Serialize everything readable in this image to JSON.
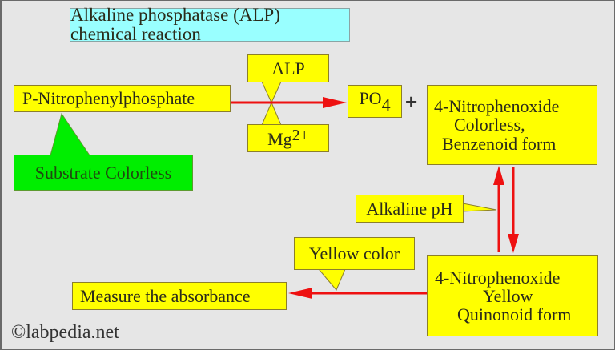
{
  "title": "Alkaline phosphatase (ALP) chemical reaction",
  "substrate": "P-Nitrophenylphosphate",
  "substrate_note": "Substrate Colorless",
  "enzyme": "ALP",
  "cofactor": {
    "base": "Mg",
    "charge": "2+"
  },
  "product_phosphate": {
    "base": "PO",
    "subscript": "4"
  },
  "plus": "+",
  "benzenoid": {
    "line1": "4-Nitrophenoxide",
    "line2": "Colorless,",
    "line3": "Benzenoid form"
  },
  "condition": "Alkaline pH",
  "quinonoid": {
    "line1": "4-Nitrophenoxide",
    "line2": "Yellow",
    "line3": "Quinonoid form"
  },
  "color_note": "Yellow color",
  "measure": "Measure the absorbance",
  "watermark": "©labpedia.net",
  "colors": {
    "background": "#e6e6e6",
    "box_yellow": "#ffff00",
    "title_cyan": "#99ffff",
    "note_green": "#00ee00",
    "arrow_red": "#ee1111"
  }
}
